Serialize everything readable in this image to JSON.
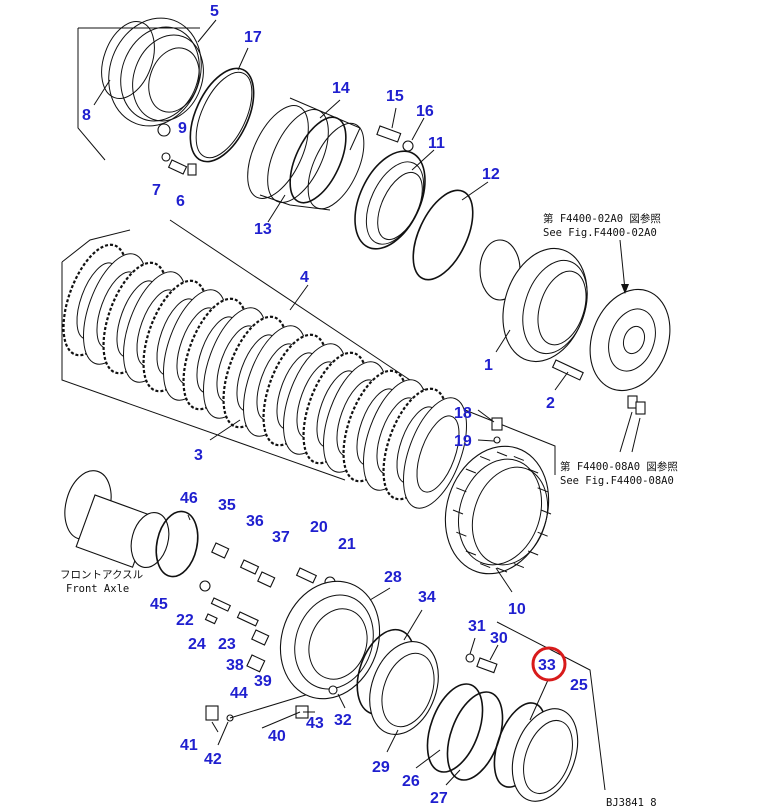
{
  "labels": {
    "l1": "1",
    "l2": "2",
    "l3": "3",
    "l4": "4",
    "l5": "5",
    "l6": "6",
    "l7": "7",
    "l8": "8",
    "l9": "9",
    "l10": "10",
    "l11": "11",
    "l12": "12",
    "l13": "13",
    "l14": "14",
    "l15": "15",
    "l16": "16",
    "l17": "17",
    "l18": "18",
    "l19": "19",
    "l20": "20",
    "l21": "21",
    "l22": "22",
    "l23": "23",
    "l24": "24",
    "l25": "25",
    "l26": "26",
    "l27": "27",
    "l28": "28",
    "l29": "29",
    "l30": "30",
    "l31": "31",
    "l32": "32",
    "l33": "33",
    "l34": "34",
    "l35": "35",
    "l36": "36",
    "l37": "37",
    "l38": "38",
    "l39": "39",
    "l40": "40",
    "l41": "41",
    "l42": "42",
    "l43": "43",
    "l44": "44",
    "l45": "45",
    "l46": "46"
  },
  "notes": {
    "ref1_jp": "第 F4400-02A0 図参照",
    "ref1_en": "See Fig.F4400-02A0",
    "ref2_jp": "第 F4400-08A0 図参照",
    "ref2_en": "See Fig.F4400-08A0",
    "axle_jp": "フロントアクスル",
    "axle_en": "Front Axle",
    "code": "BJ3841 8"
  },
  "colors": {
    "label": "#1f1fcf",
    "highlight": "#d81b1b",
    "line": "#111111"
  },
  "highlighted_part": "33"
}
